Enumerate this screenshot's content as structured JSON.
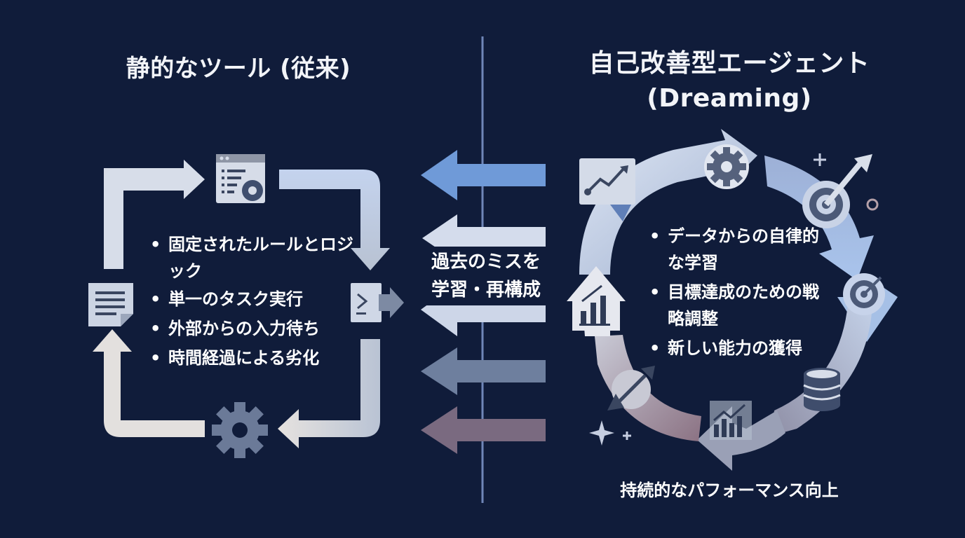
{
  "left_panel": {
    "title": "静的なツール (従来)",
    "bullets": [
      "固定されたルールとロジック",
      "単一のタスク実行",
      "外部からの入力待ち",
      "時間経過による劣化"
    ]
  },
  "right_panel": {
    "title_line1": "自己改善型エージェント",
    "title_line2": "(Dreaming)",
    "bullets": [
      "データからの自律的な学習",
      "目標達成のための戦略調整",
      "新しい能力の獲得"
    ],
    "bottom_label": "持続的なパフォーマンス向上"
  },
  "center": {
    "label_line1": "過去のミスを",
    "label_line2": "学習・再構成"
  },
  "colors": {
    "background": "#101c3a",
    "arrow_blue": "#6f9ad8",
    "arrow_light": "#b9c8e6",
    "arrow_slate": "#6e7f9e",
    "arrow_mauve": "#7a6a80",
    "divider": "#6f86b8"
  },
  "icons": {
    "left_cycle": [
      "browser-settings-icon",
      "document-icon",
      "code-terminal-icon",
      "gear-icon"
    ],
    "right_cycle": [
      "trend-chart-icon",
      "gear-icon",
      "target-icon",
      "bullseye-icon",
      "database-icon",
      "bar-chart-icon",
      "bar-chart-arrow-icon",
      "broken-arrow-icon",
      "sparkle-icon"
    ]
  }
}
